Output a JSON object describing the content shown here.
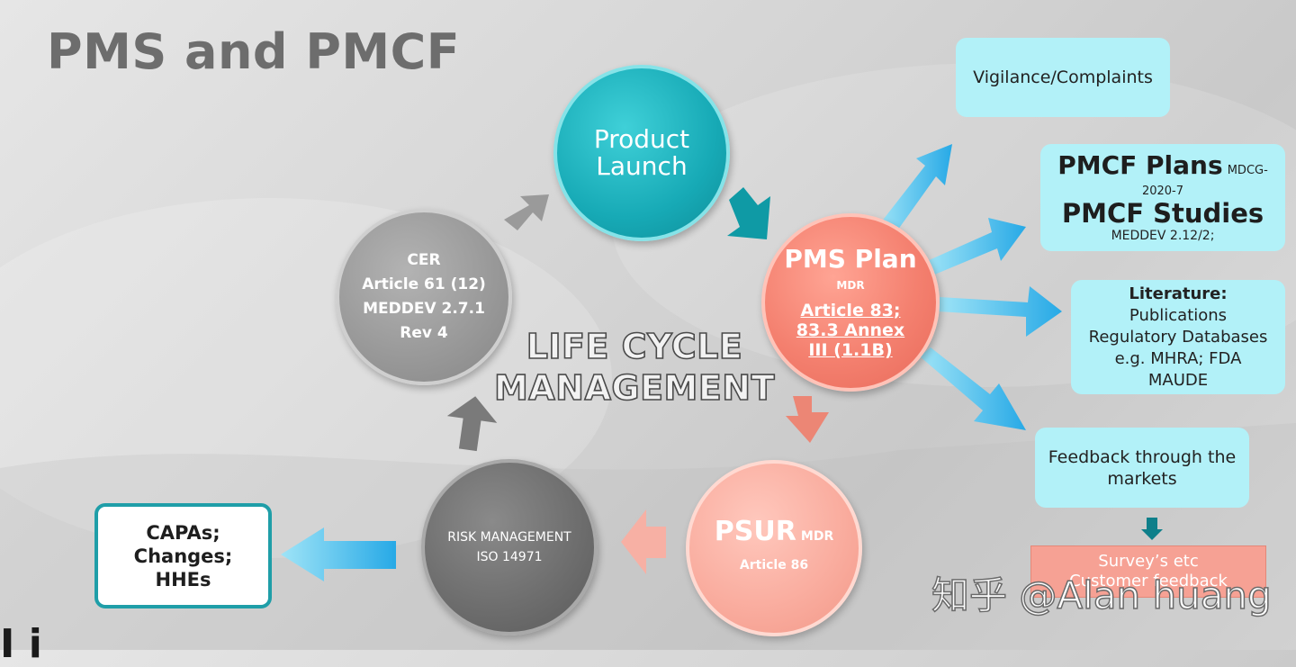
{
  "title": "PMS and PMCF",
  "center_label": {
    "line1": "LIFE CYCLE",
    "line2": "MANAGEMENT"
  },
  "circles": {
    "product_launch": {
      "line1": "Product",
      "line2": "Launch"
    },
    "pms_plan": {
      "title": "PMS Plan",
      "sub": "MDR",
      "link1": "Article 83;",
      "link2": "83.3 Annex",
      "link3": "III (1.1B)"
    },
    "psur": {
      "title": "PSUR",
      "title_suffix": "MDR",
      "sub": "Article 86"
    },
    "risk": {
      "line1": "RISK MANAGEMENT",
      "line2": "ISO 14971"
    },
    "cer": {
      "line1": "CER",
      "line2": "Article 61 (12)",
      "line3": "MEDDEV 2.7.1",
      "line4": "Rev 4"
    }
  },
  "boxes": {
    "vigilance": "Vigilance/Complaints",
    "pmcf": {
      "plans": "PMCF Plans",
      "plans_ref_a": "MDCG-",
      "plans_ref_b": "2020-7",
      "studies": "PMCF Studies",
      "studies_ref": "MEDDEV 2.12/2;"
    },
    "literature": {
      "heading": "Literature:",
      "line1": "Publications",
      "line2": "Regulatory Databases",
      "line3": "e.g. MHRA; FDA",
      "line4": "MAUDE"
    },
    "feedback": {
      "line1": "Feedback through the",
      "line2": "markets"
    },
    "survey": {
      "line1": "Survey’s etc",
      "line2": "Customer feedback"
    },
    "capas": {
      "line1": "CAPAs;",
      "line2": "Changes;",
      "line3": "HHEs"
    }
  },
  "watermark": "知乎 @Alan huang",
  "partial_text": "I i",
  "colors": {
    "teal": "#17aab6",
    "salmon": "#f4806f",
    "light_cyan": "#b2f1f8",
    "gray": "#6f6f6f"
  }
}
